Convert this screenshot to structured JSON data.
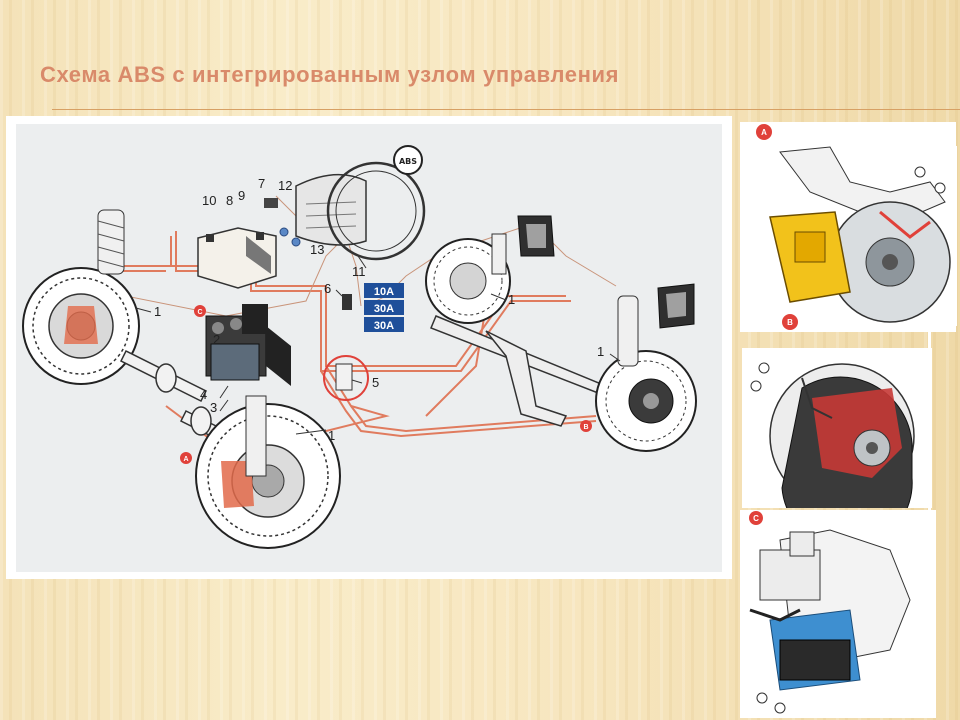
{
  "slide": {
    "title": "Схема ABS с интегрированным узлом управления"
  },
  "diagram": {
    "callouts": [
      "1",
      "1",
      "1",
      "1",
      "2",
      "3",
      "4",
      "5",
      "6",
      "7",
      "8",
      "9",
      "10",
      "11",
      "12",
      "13"
    ],
    "fuses": [
      "10A",
      "30A",
      "30A"
    ],
    "markers": [
      "A",
      "B",
      "C"
    ],
    "abs_badge": "ABS"
  },
  "colors": {
    "title": "#d98a6a",
    "brake_line": "#e07b5e",
    "fuse_box": "#1f4f9a",
    "marker": "#e0413a"
  }
}
